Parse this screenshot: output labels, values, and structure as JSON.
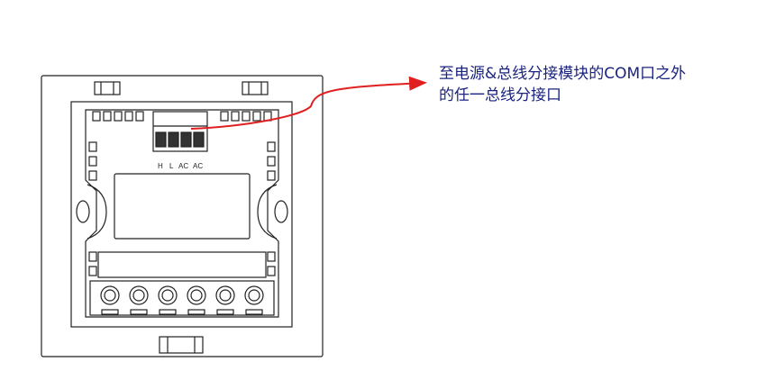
{
  "annotation": {
    "line1": "至电源&总线分接模块的COM口之外",
    "line2": "的任一总线分接口",
    "arrow_color": "#e02020",
    "text_color": "#1a237e"
  },
  "terminal": {
    "labels": [
      "H",
      "L",
      "AC",
      "AC"
    ]
  }
}
